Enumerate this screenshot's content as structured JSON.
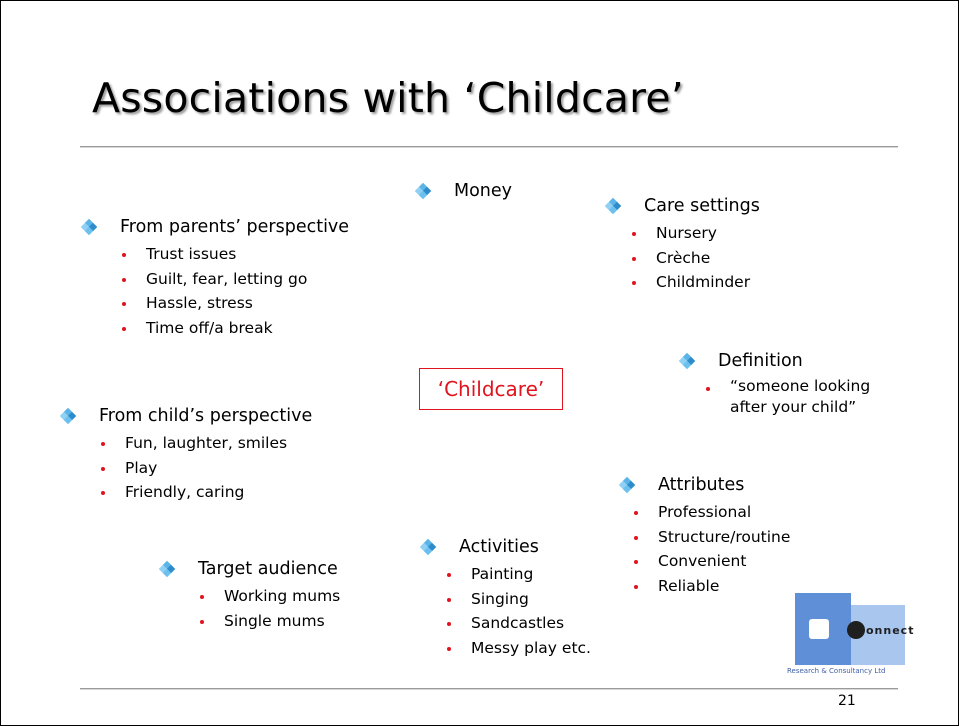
{
  "slide": {
    "title": "Associations with ‘Childcare’",
    "center_label": "‘Childcare’",
    "page_number": "21",
    "colors": {
      "bullet_red": "#e0141e",
      "diamond_blue": "#5ab4e8",
      "center_red": "#e0141e"
    },
    "icons": {
      "level1": "blue-diamond-bullet-icon",
      "level2": "red-dot-bullet-icon"
    },
    "logo": {
      "word": "onnect",
      "subtitle": "Research & Consultancy Ltd"
    }
  },
  "groups": {
    "parents": {
      "heading": "From parents’ perspective",
      "items": [
        "Trust issues",
        "Guilt, fear, letting go",
        "Hassle, stress",
        "Time off/a break"
      ]
    },
    "money": {
      "heading": "Money"
    },
    "care": {
      "heading": "Care settings",
      "items": [
        "Nursery",
        "Crèche",
        "Childminder"
      ]
    },
    "definition": {
      "heading": "Definition",
      "items": [
        "“someone looking",
        "after your child”"
      ]
    },
    "child": {
      "heading": "From child’s perspective",
      "items": [
        "Fun, laughter, smiles",
        "Play",
        "Friendly, caring"
      ]
    },
    "attributes": {
      "heading": "Attributes",
      "items": [
        "Professional",
        "Structure/routine",
        "Convenient",
        "Reliable"
      ]
    },
    "activities": {
      "heading": "Activities",
      "items": [
        "Painting",
        "Singing",
        "Sandcastles",
        "Messy play etc."
      ]
    },
    "audience": {
      "heading": "Target audience",
      "items": [
        "Working mums",
        "Single mums"
      ]
    }
  }
}
